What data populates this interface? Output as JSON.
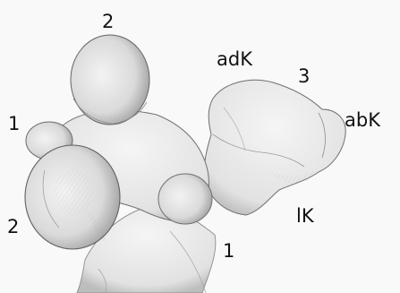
{
  "image": {
    "labels": {
      "petal_2_top": "2",
      "petal_1_left": "1",
      "petal_2_left": "2",
      "adK": "adK",
      "petal_3": "3",
      "abK": "abK",
      "lK": "lK",
      "petal_1_bottom": "1"
    },
    "colors": {
      "paper": "#f9f9f9",
      "pencil": "#6b6b6b",
      "shade": "#8a8a8a"
    }
  }
}
